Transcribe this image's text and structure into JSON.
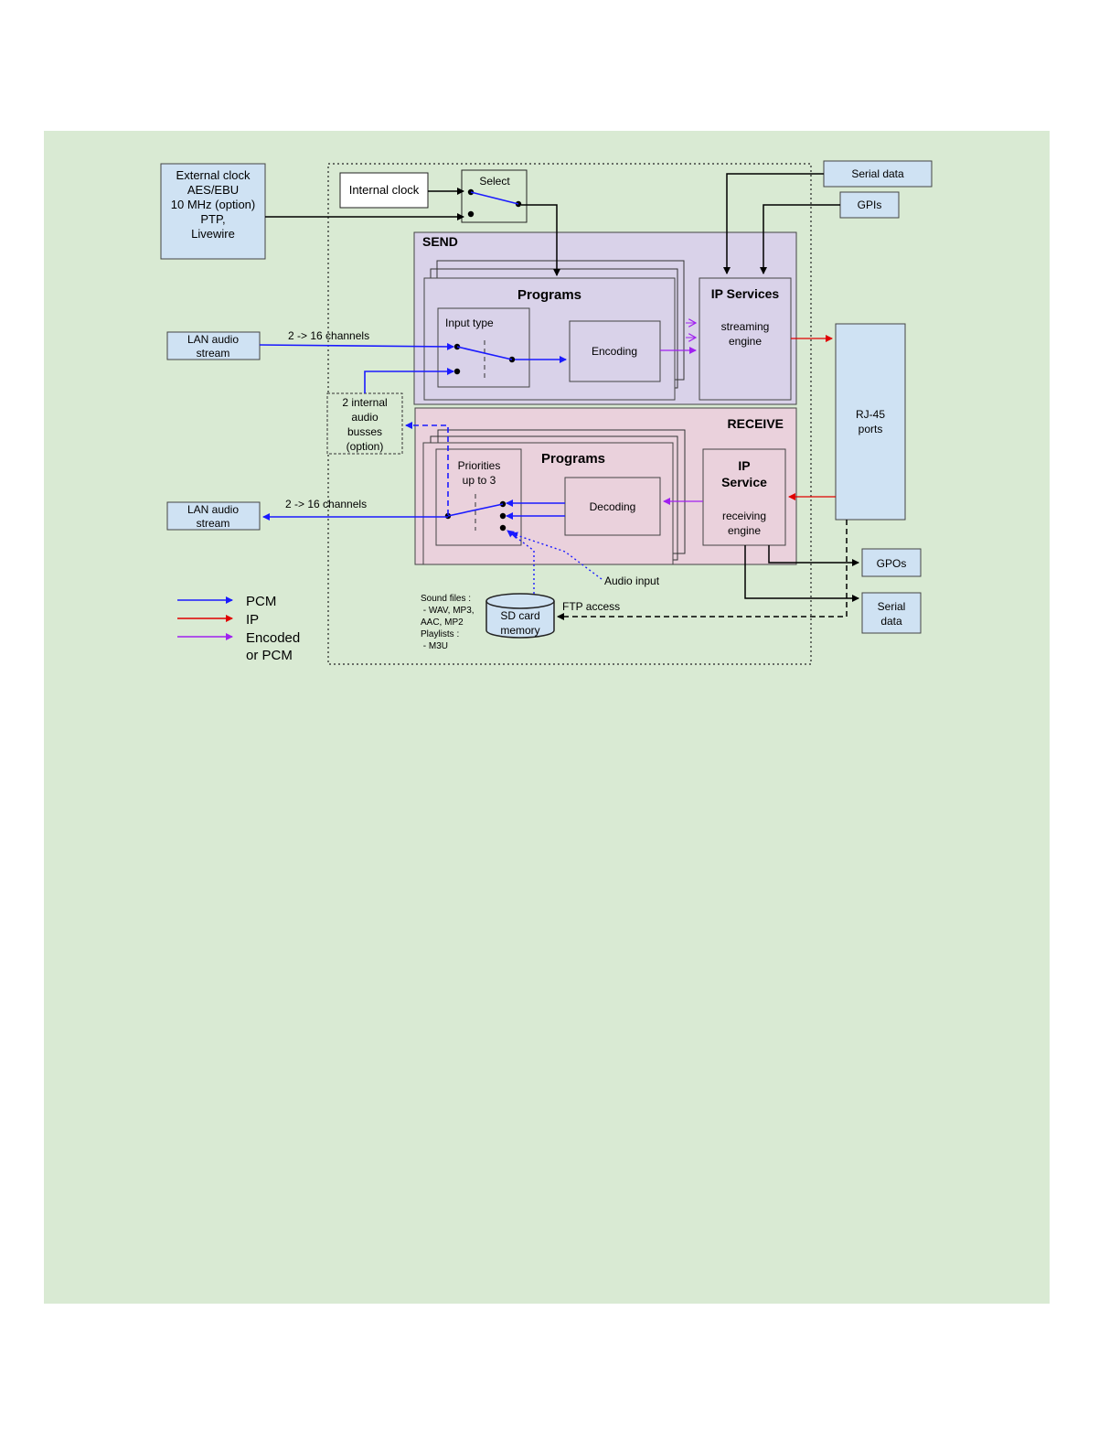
{
  "external_clock": {
    "lines": [
      "External clock",
      "AES/EBU",
      "10 MHz (option)",
      "PTP,",
      "Livewire"
    ]
  },
  "internal_clock": "Internal clock",
  "select": "Select",
  "serial_data_in": "Serial data",
  "gpis": "GPIs",
  "send": {
    "title": "SEND",
    "programs": "Programs",
    "input_type": "Input type",
    "encoding": "Encoding",
    "ip_services": "IP Services",
    "engine_lines": [
      "streaming",
      "engine"
    ]
  },
  "lan_in": {
    "lines": [
      "LAN audio",
      "stream"
    ],
    "channels": "2 -> 16 channels"
  },
  "internal_busses": {
    "lines": [
      "2 internal",
      "audio",
      "busses",
      "(option)"
    ]
  },
  "receive": {
    "title": "RECEIVE",
    "programs": "Programs",
    "priorities_lines": [
      "Priorities",
      "up to 3"
    ],
    "decoding": "Decoding",
    "ip_service_lines": [
      "IP",
      "Service"
    ],
    "engine_lines": [
      "receiving",
      "engine"
    ]
  },
  "rj45": {
    "lines": [
      "RJ-45",
      "ports"
    ]
  },
  "lan_out": {
    "lines": [
      "LAN audio",
      "stream"
    ],
    "channels": "2 -> 16 channels"
  },
  "gpos": "GPOs",
  "serial_data_out": {
    "lines": [
      "Serial",
      "data"
    ]
  },
  "audio_input": "Audio input",
  "ftp_access": "FTP access",
  "sd_card": {
    "lines": [
      "SD card",
      "memory"
    ]
  },
  "sound_files": {
    "lines": [
      "Sound files :",
      " - WAV, MP3,",
      "AAC, MP2",
      "Playlists :",
      " - M3U"
    ]
  },
  "legend": [
    {
      "label": "PCM",
      "color": "#1a1aff"
    },
    {
      "label": "IP",
      "color": "#e00000"
    },
    {
      "label": "Encoded",
      "color": "#a020f0"
    }
  ],
  "legend_extra": "or PCM"
}
